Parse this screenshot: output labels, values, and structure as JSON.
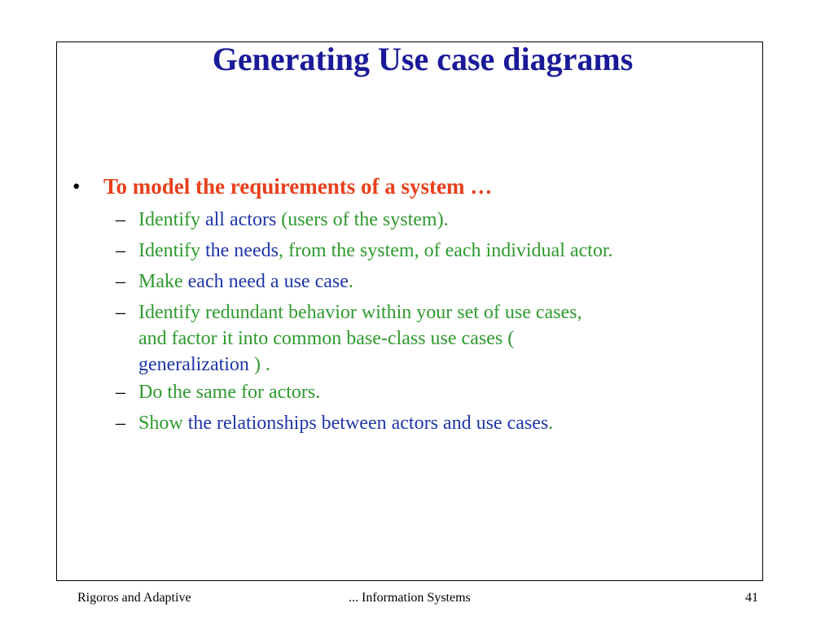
{
  "slide": {
    "title": "Generating Use case diagrams",
    "bullet": "To model the requirements of a system …",
    "dash": "–",
    "items": [
      {
        "parts": [
          "Identify ",
          "all actors",
          " (users of the system)."
        ]
      },
      {
        "parts": [
          "Identify ",
          "the needs",
          ", from the system, of each individual actor."
        ]
      },
      {
        "parts": [
          "Make ",
          "each need a use case",
          "."
        ]
      },
      {
        "lines": [
          "Identify redundant behavior within your set of use cases,",
          "and factor it into common base-class use cases (",
          "generalization",
          " ) ."
        ]
      },
      {
        "parts": [
          "Do the same for actors."
        ]
      },
      {
        "parts": [
          "Show ",
          "the relationships between actors and use cases",
          "."
        ]
      }
    ]
  },
  "footer": {
    "left": "Rigoros and Adaptive",
    "center": "... Information Systems",
    "page_number": "41"
  },
  "colors": {
    "title": "#1a1a99",
    "bullet": "#e8401c",
    "text_green": "#2e9a2e",
    "text_blue": "#1f36a8"
  }
}
